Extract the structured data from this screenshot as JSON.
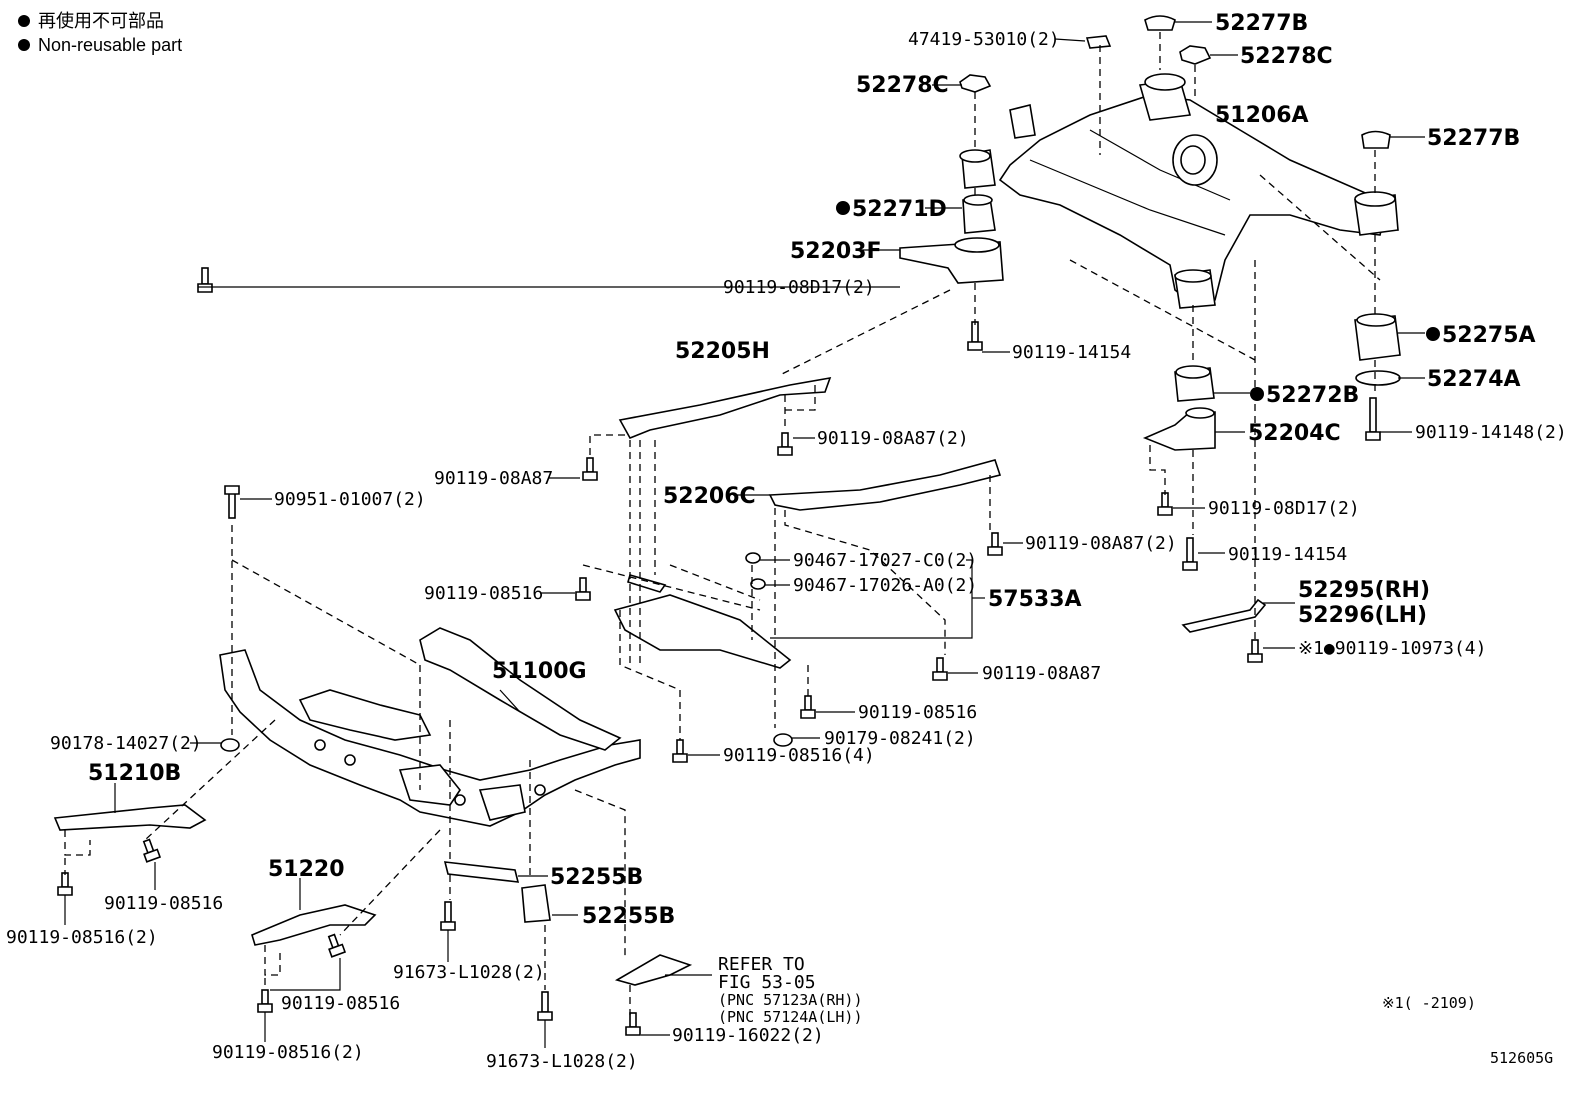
{
  "legend": {
    "line1": "再使用不可部品",
    "line2": "Non-reusable part"
  },
  "labels": {
    "p47419": "47419-53010(2)",
    "p52277B_top": "52277B",
    "p52278C_right": "52278C",
    "p52278C_left": "52278C",
    "p51206A": "51206A",
    "p52277B_right": "52277B",
    "p52271D": "52271D",
    "p52203F": "52203F",
    "p08D17_a": "90119-08D17(2)",
    "p14154_a": "90119-14154",
    "p52275A": "52275A",
    "p52205H": "52205H",
    "p52274A": "52274A",
    "p52272B": "52272B",
    "p08A87_2a": "90119-08A87(2)",
    "p14148": "90119-14148(2)",
    "p52204C": "52204C",
    "p08A87_a": "90119-08A87",
    "p52206C": "52206C",
    "p90951": "90951-01007(2)",
    "p08D17_b": "90119-08D17(2)",
    "p08A87_2b": "90119-08A87(2)",
    "p14154_b": "90119-14154",
    "p17027": "90467-17027-C0(2)",
    "p17026": "90467-17026-A0(2)",
    "p57533A": "57533A",
    "p08516_a": "90119-08516",
    "p52295": "52295(RH)",
    "p52296": "52296(LH)",
    "p10973": "※1●90119-10973(4)",
    "p51100G": "51100G",
    "p08A87_b": "90119-08A87",
    "p08516_b": "90119-08516",
    "p08241": "90179-08241(2)",
    "p14027": "90178-14027(2)",
    "p08516_4": "90119-08516(4)",
    "p51210B": "51210B",
    "p51220": "51220",
    "p52255B_a": "52255B",
    "p08516_c": "90119-08516",
    "p52255B_b": "52255B",
    "p08516_2a": "90119-08516(2)",
    "p08516_d": "90119-08516",
    "pL1028_a": "91673-L1028(2)",
    "refer1": "REFER TO",
    "refer2": "FIG 53-05",
    "refer3": "(PNC 57123A(RH))",
    "refer4": "(PNC 57124A(LH))",
    "p16022": "90119-16022(2)",
    "p08516_2b": "90119-08516(2)",
    "pL1028_b": "91673-L1028(2)",
    "note1": "※1(      -2109)",
    "fig_id": "512605G"
  }
}
